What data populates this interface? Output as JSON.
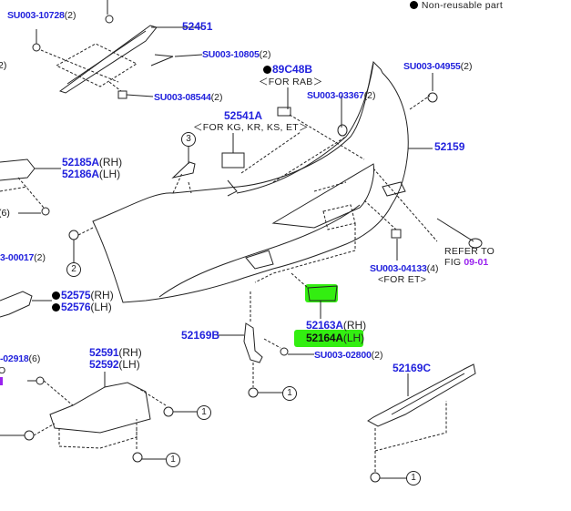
{
  "legend": {
    "symbol": "filled-circle",
    "text": "Non-reusable part"
  },
  "colors": {
    "part_number": "#2222dd",
    "figure_ref": "#9922ee",
    "highlight": "#33ee11",
    "lines": "#222222"
  },
  "callouts": [
    {
      "id": "su003-10728",
      "part": "SU003-10728",
      "qty": "(2)"
    },
    {
      "id": "52451",
      "part": "52451"
    },
    {
      "id": "su003-10805",
      "part": "SU003-10805",
      "qty": "(2)"
    },
    {
      "id": "su003-08544",
      "part": "SU003-08544",
      "qty": "(2)"
    },
    {
      "id": "89c48b",
      "part": "89C48B",
      "non_reusable": true,
      "note": "＜FOR RAB＞"
    },
    {
      "id": "su003-03367",
      "part": "SU003-03367",
      "qty": "(2)"
    },
    {
      "id": "su003-04955",
      "part": "SU003-04955",
      "qty": "(2)"
    },
    {
      "id": "52541a",
      "part": "52541A",
      "note": "＜FOR KG, KR, KS, ET＞"
    },
    {
      "id": "52159",
      "part": "52159"
    },
    {
      "id": "52185a",
      "part": "52185A",
      "side": "(RH)"
    },
    {
      "id": "52186a",
      "part": "52186A",
      "side": "(LH)"
    },
    {
      "id": "su003-00017",
      "part": "3-00017",
      "qty": "(2)"
    },
    {
      "id": "su003-04133",
      "part": "SU003-04133",
      "qty": "(4)",
      "note": "<FOR ET>"
    },
    {
      "id": "refer-fig",
      "text_line1": "REFER TO",
      "text_line2": "FIG",
      "fig": "09-01"
    },
    {
      "id": "52575",
      "part": "52575",
      "side": "(RH)",
      "non_reusable": true
    },
    {
      "id": "52576",
      "part": "52576",
      "side": "(LH)",
      "non_reusable": true
    },
    {
      "id": "52169b",
      "part": "52169B"
    },
    {
      "id": "52163a",
      "part": "52163A",
      "side": "(RH)"
    },
    {
      "id": "52164a",
      "part": "52164A",
      "side": "(LH)",
      "highlighted": true
    },
    {
      "id": "su003-02800",
      "part": "SU003-02800",
      "qty": "(2)"
    },
    {
      "id": "su003-02918",
      "part": "-02918",
      "qty": "(6)"
    },
    {
      "id": "52591",
      "part": "52591",
      "side": "(RH)"
    },
    {
      "id": "52592",
      "part": "52592",
      "side": "(LH)"
    },
    {
      "id": "52169c",
      "part": "52169C"
    }
  ],
  "edge_fragments": {
    "left_qty_1": "2)",
    "left_qty_2": "(6)",
    "left_to": "O"
  },
  "reference_circles": {
    "one": "1",
    "two": "2",
    "three": "3"
  }
}
